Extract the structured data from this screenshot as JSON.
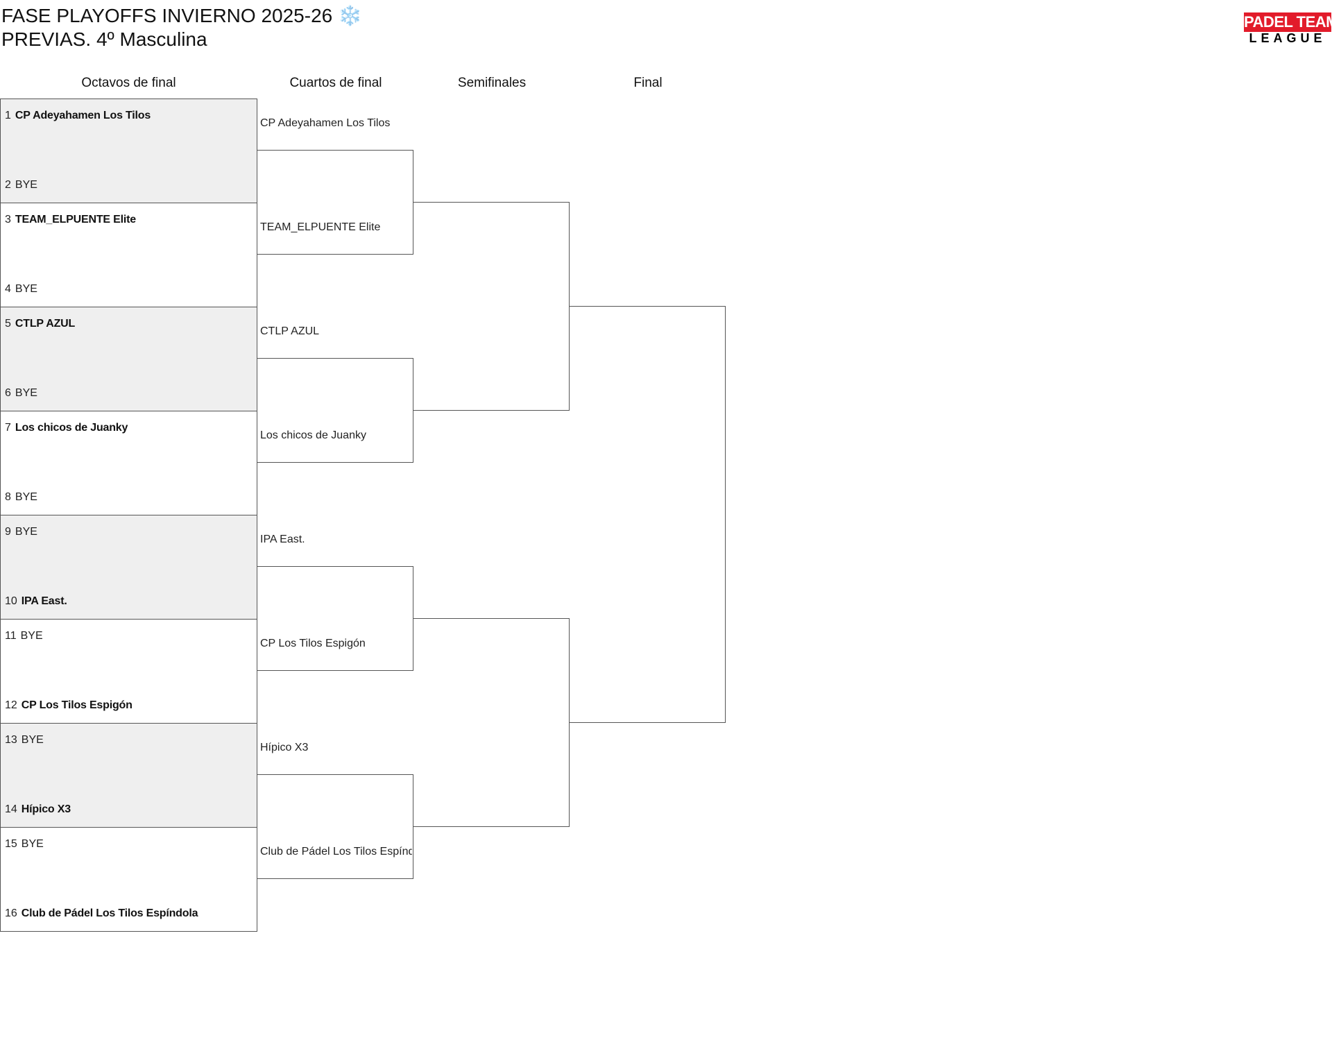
{
  "title": {
    "line1": "FASE PLAYOFFS INVIERNO 2025-26 ❄️",
    "line2": "PREVIAS. 4º Masculina"
  },
  "logo": {
    "top": "PADEL TEAM",
    "bottom": "LEAGUE",
    "color": "#e21b2a"
  },
  "rounds": [
    "Octavos de final",
    "Cuartos de final",
    "Semifinales",
    "Final"
  ],
  "octavos": [
    {
      "top_seed": "1",
      "top_team": "CP Adeyahamen Los Tilos",
      "bot_seed": "2",
      "bot_team": "BYE"
    },
    {
      "top_seed": "3",
      "top_team": "TEAM_ELPUENTE Elite",
      "bot_seed": "4",
      "bot_team": "BYE"
    },
    {
      "top_seed": "5",
      "top_team": "CTLP AZUL",
      "bot_seed": "6",
      "bot_team": "BYE"
    },
    {
      "top_seed": "7",
      "top_team": "Los chicos de Juanky",
      "bot_seed": "8",
      "bot_team": "BYE"
    },
    {
      "top_seed": "9",
      "top_team": "BYE",
      "bot_seed": "10",
      "bot_team": "IPA East."
    },
    {
      "top_seed": "11",
      "top_team": "BYE",
      "bot_seed": "12",
      "bot_team": "CP Los Tilos Espigón"
    },
    {
      "top_seed": "13",
      "top_team": "BYE",
      "bot_seed": "14",
      "bot_team": "Hípico X3"
    },
    {
      "top_seed": "15",
      "top_team": "BYE",
      "bot_seed": "16",
      "bot_team": "Club de Pádel Los Tilos Espíndola"
    }
  ],
  "cuartos": [
    "CP Adeyahamen Los Tilos",
    "TEAM_ELPUENTE Elite",
    "CTLP AZUL",
    "Los chicos de Juanky",
    "IPA East.",
    "CP Los Tilos Espigón",
    "Hípico X3",
    "Club de Pádel Los Tilos Espíndola"
  ]
}
